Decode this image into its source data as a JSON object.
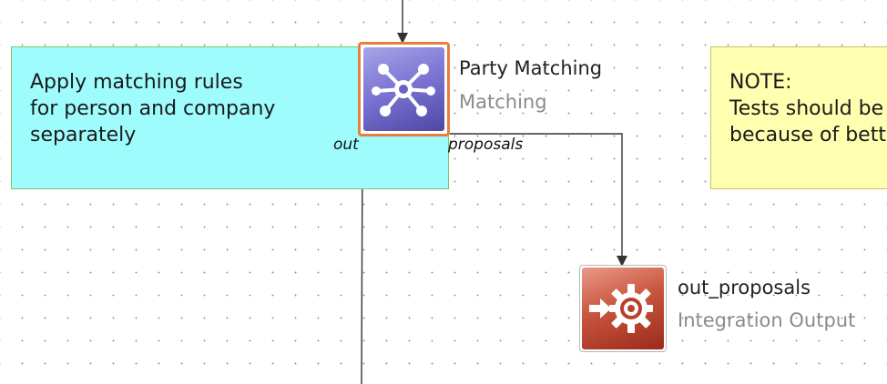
{
  "notes": {
    "cyan": {
      "lines": [
        "Apply matching rules",
        "for person and company",
        "separately"
      ],
      "color": "#9ffcfd"
    },
    "yellow": {
      "lines": [
        "NOTE:",
        "Tests should be",
        "because of bette"
      ],
      "color": "#ffffb0"
    }
  },
  "nodes": {
    "matching": {
      "title": "Party Matching",
      "subtitle": "Matching",
      "icon": "network-hub-icon",
      "selected": true,
      "accent": "#e67f3a",
      "ports": {
        "left": "out",
        "right": "proposals"
      }
    },
    "output": {
      "title": "out_proposals",
      "subtitle": "Integration Output",
      "icon": "gear-with-arrow-icon"
    }
  }
}
